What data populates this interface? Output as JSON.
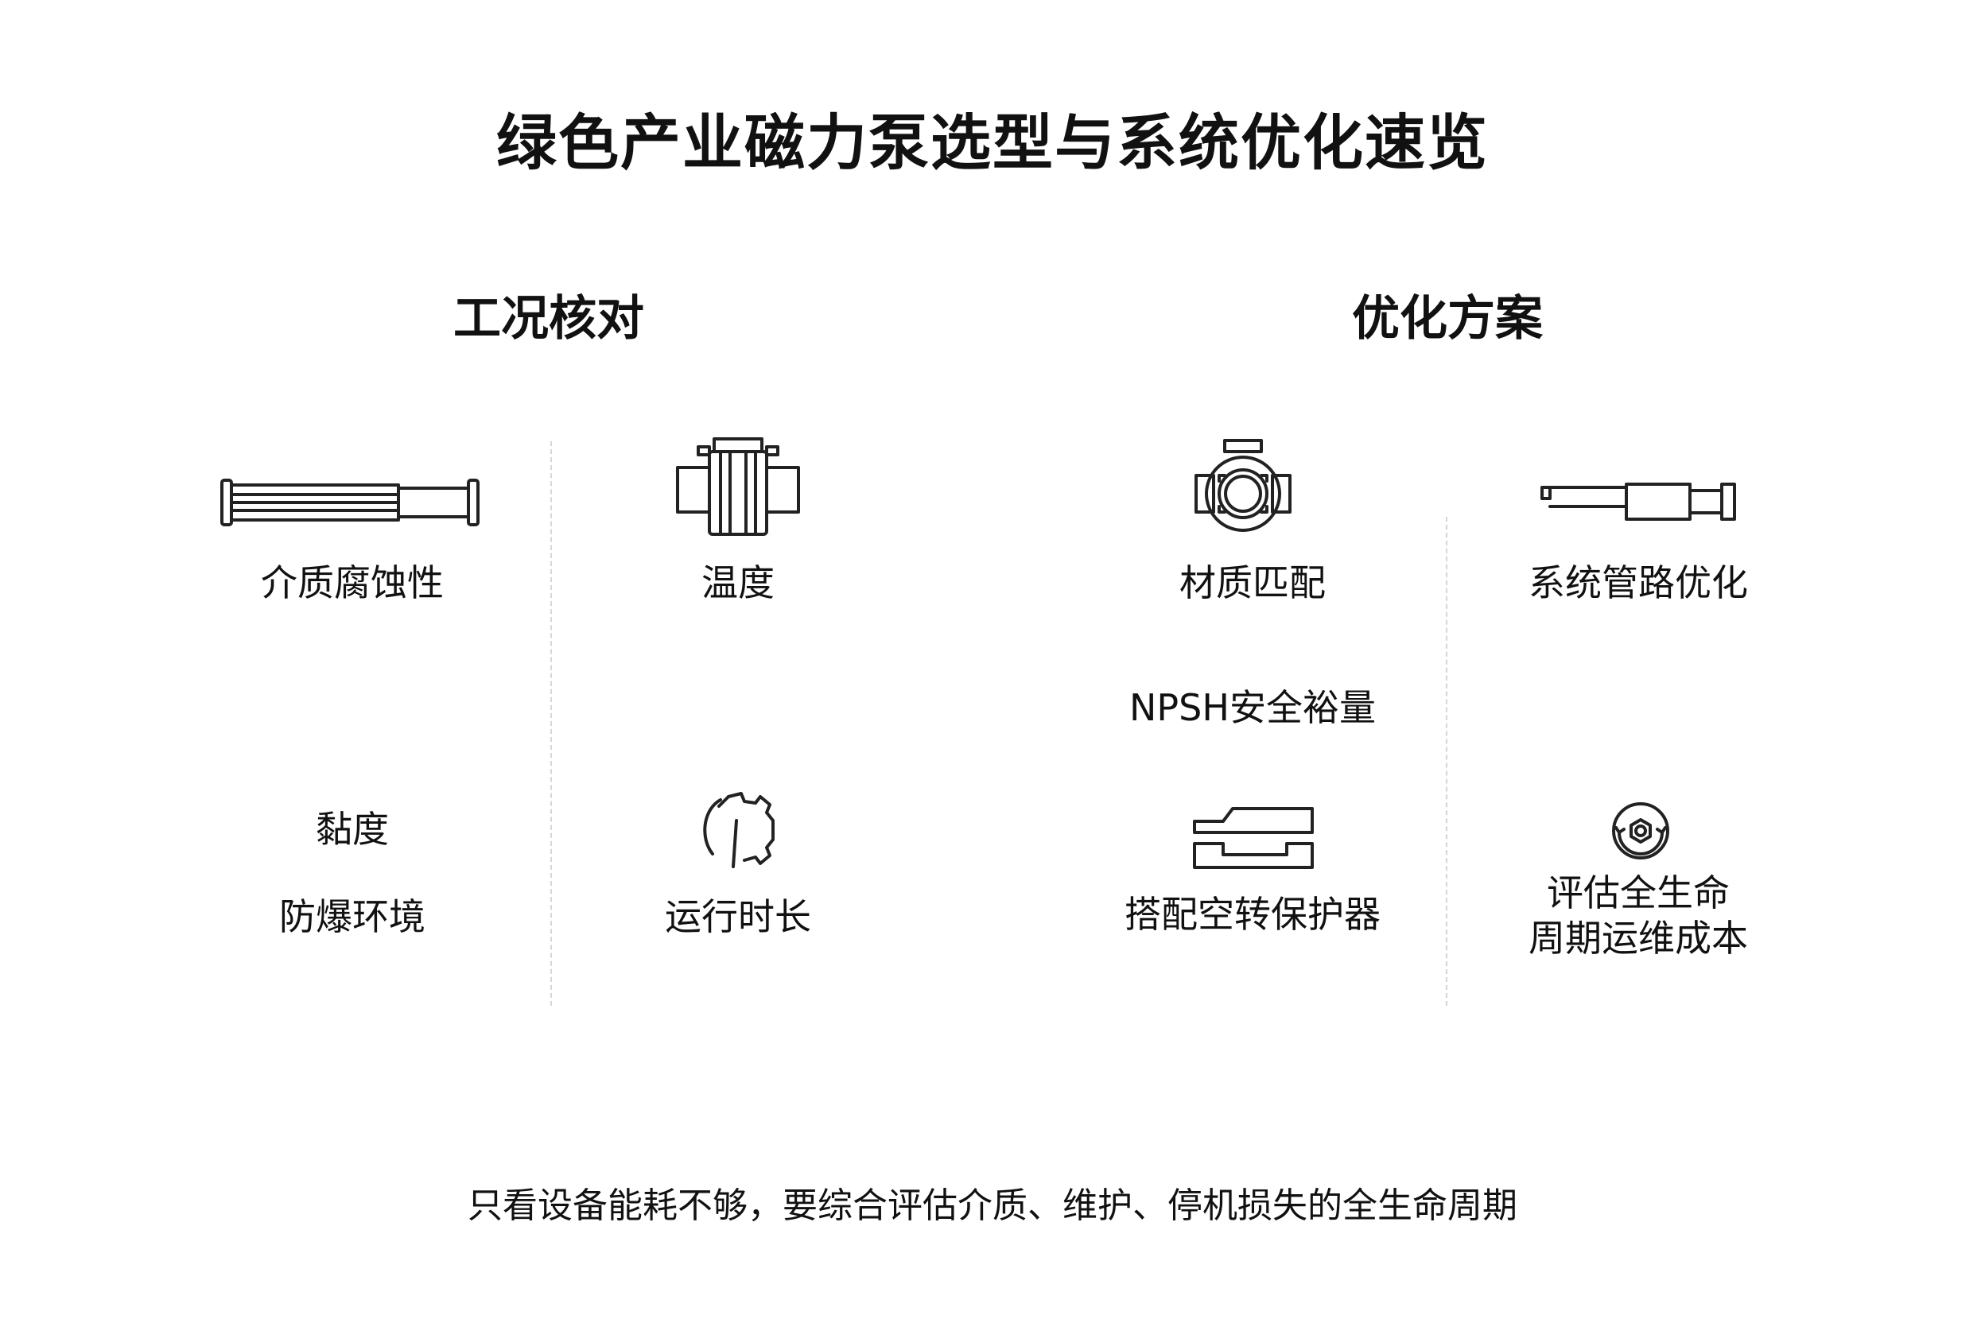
{
  "title": "绿色产业磁力泵选型与系统优化速览",
  "sections": {
    "left": "工况核对",
    "right": "优化方案"
  },
  "items": {
    "corrosion": "介质腐蚀性",
    "temperature": "温度",
    "viscosity": "黏度",
    "explosion": "防爆环境",
    "runtime": "运行时长",
    "material": "材质匹配",
    "piping": "系统管路优化",
    "npsh": "NPSH安全裕量",
    "dry_run": "搭配空转保护器",
    "lifecycle_1": "评估全生命",
    "lifecycle_2": "周期运维成本"
  },
  "footer": "只看设备能耗不够，要综合评估介质、维护、停机损失的全生命周期",
  "icons": [
    "pipe-tube-icon",
    "valve-coupling-icon",
    "gear-fragment-icon",
    "pump-housing-icon",
    "pipe-fitting-icon",
    "protector-bracket-icon",
    "bearing-ring-icon"
  ]
}
